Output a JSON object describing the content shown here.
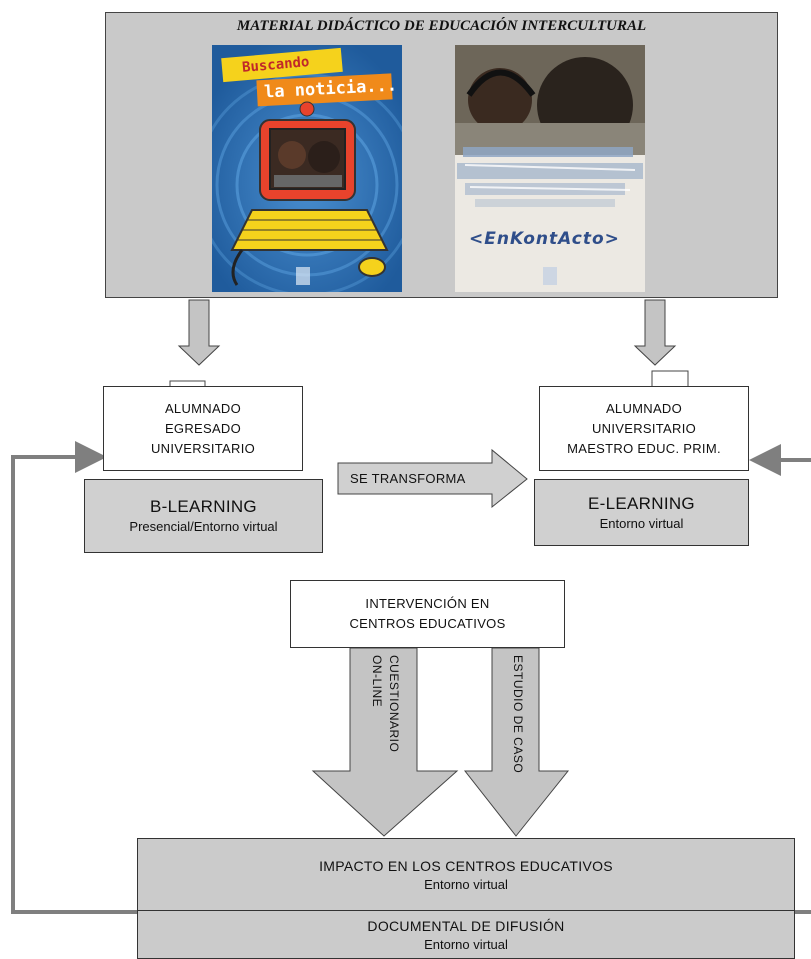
{
  "panel": {
    "title": "MATERIAL DIDÁCTICO DE EDUCACIÓN INTERCULTURAL",
    "poster_left": {
      "line1": "Buscando",
      "line2": "la noticia..."
    },
    "poster_right": {
      "logo_text": "<EnKontActo>"
    }
  },
  "left_group": {
    "audience_lines": [
      "ALUMNADO",
      "EGRESADO",
      "UNIVERSITARIO"
    ],
    "mode_title": "B-LEARNING",
    "mode_sub": "Presencial/Entorno virtual"
  },
  "right_group": {
    "audience_lines": [
      "ALUMNADO",
      "UNIVERSITARIO",
      "MAESTRO EDUC. PRIM."
    ],
    "mode_title": "E-LEARNING",
    "mode_sub": "Entorno virtual"
  },
  "transform_label": "SE TRANSFORMA",
  "intervention_lines": [
    "INTERVENCIÓN EN",
    "CENTROS EDUCATIVOS"
  ],
  "method_left": "CUESTIONARIO ON-LINE",
  "method_right": "ESTUDIO DE CASO",
  "bottom": {
    "impact_title": "IMPACTO EN LOS CENTROS EDUCATIVOS",
    "impact_sub": "Entorno virtual",
    "doc_title": "DOCUMENTAL DE DIFUSIÓN",
    "doc_sub": "Entorno virtual"
  },
  "colors": {
    "panel": "#c9c9c9",
    "box_gray": "#d0d0d0",
    "arrow_gray": "#c4c4c4",
    "loop_line": "#7f7f7f"
  }
}
